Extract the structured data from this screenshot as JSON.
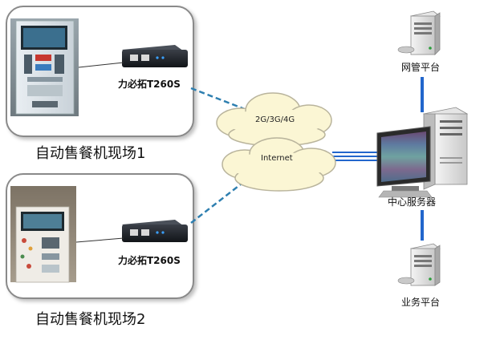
{
  "sites": [
    {
      "router_label": "力必拓T260S",
      "site_label": "自动售餐机现场1"
    },
    {
      "router_label": "力必拓T260S",
      "site_label": "自动售餐机现场2"
    }
  ],
  "cloud": {
    "label_top": "2G/3G/4G",
    "label_bottom": "Internet"
  },
  "servers": {
    "top_label": "网管平台",
    "center_label": "中心服务器",
    "bottom_label": "业务平台"
  },
  "colors": {
    "link_dash": "#2e7fb0",
    "link_solid": "#2266cc",
    "cloud_fill": "#fbf6d4",
    "box_border": "#8a8a8a"
  }
}
